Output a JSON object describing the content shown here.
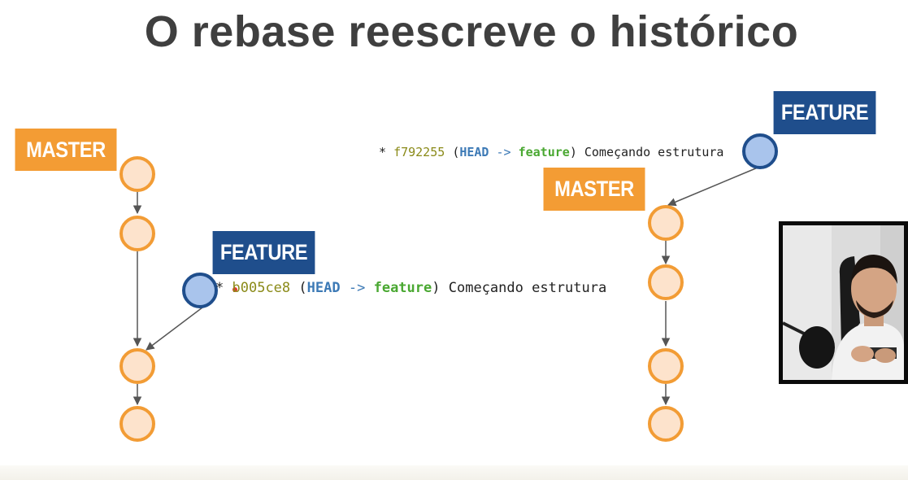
{
  "title": "O rebase reescreve o histórico",
  "colors": {
    "master": "#f39c34",
    "feature": "#1f4e8c",
    "commit_fill": "#fde3cc",
    "commit_stroke": "#f29c35",
    "feature_commit_fill": "#a9c4ec",
    "feature_commit_stroke": "#1f4e8c"
  },
  "before": {
    "master_label": "MASTER",
    "feature_label": "FEATURE",
    "commit_line": {
      "star": "*",
      "hash": "b005ce8",
      "open": "(",
      "head": "HEAD",
      "arrow": "->",
      "branch": "feature",
      "close": ")",
      "message": "Começando estrutura"
    }
  },
  "after": {
    "master_label": "MASTER",
    "feature_label": "FEATURE",
    "commit_line": {
      "star": "*",
      "hash": "f792255",
      "open": "(",
      "head": "HEAD",
      "arrow": "->",
      "branch": "feature",
      "close": ")",
      "message": "Começando estrutura"
    }
  },
  "webcam": {
    "icon": "presenter-video-icon"
  }
}
